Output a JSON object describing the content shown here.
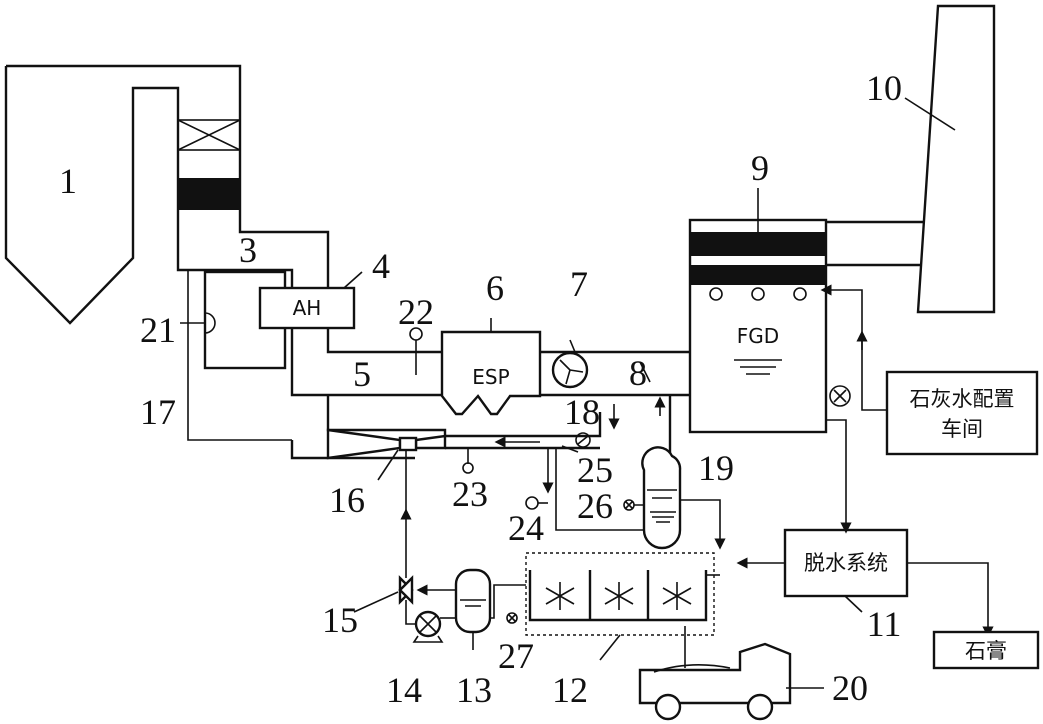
{
  "diagram": {
    "numbers": {
      "n1": "1",
      "n3": "3",
      "n4": "4",
      "n5": "5",
      "n6": "6",
      "n7": "7",
      "n8": "8",
      "n9": "9",
      "n10": "10",
      "n11": "11",
      "n12": "12",
      "n13": "13",
      "n14": "14",
      "n15": "15",
      "n16": "16",
      "n17": "17",
      "n18": "18",
      "n19": "19",
      "n20": "20",
      "n21": "21",
      "n22": "22",
      "n23": "23",
      "n24": "24",
      "n25": "25",
      "n26": "26",
      "n27": "27"
    },
    "labels": {
      "ah": "AH",
      "esp": "ESP",
      "fgd": "FGD",
      "lime_line1": "石灰水配置",
      "lime_line2": "车间",
      "dewatering": "脱水系统",
      "gypsum": "石膏"
    }
  }
}
